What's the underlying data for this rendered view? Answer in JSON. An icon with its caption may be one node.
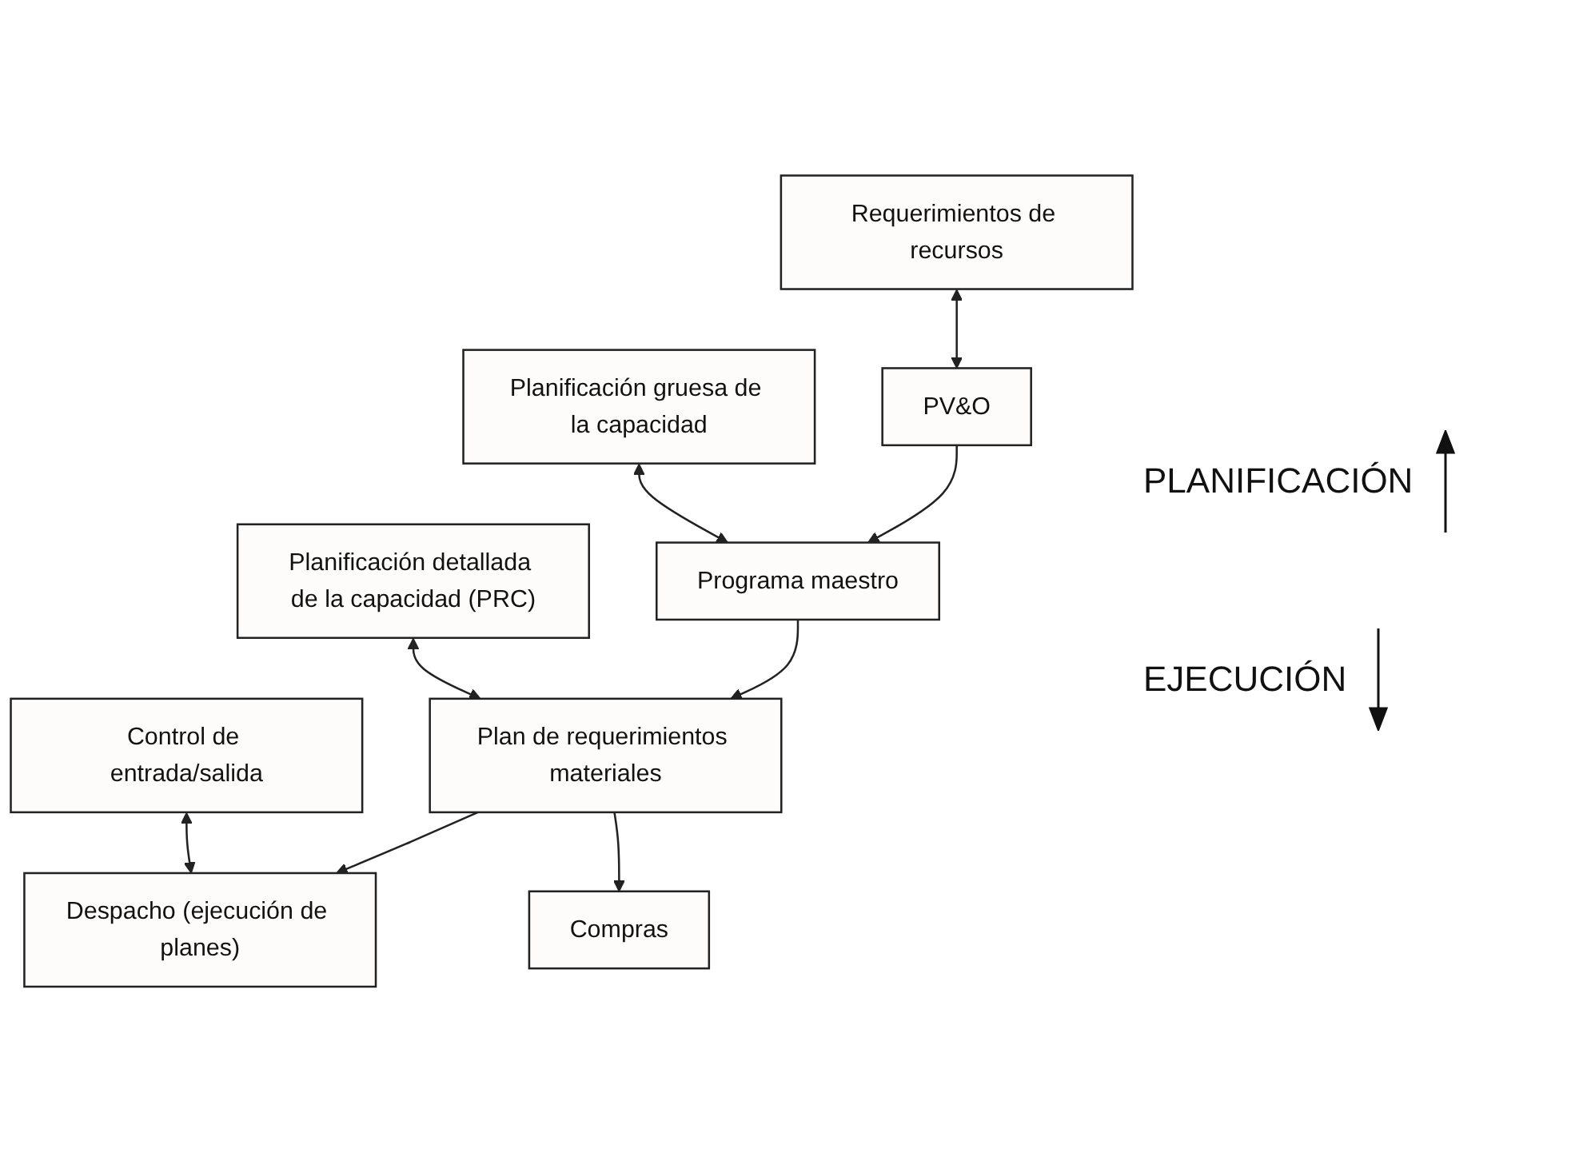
{
  "diagram": {
    "nodes": [
      {
        "text": [
          "Requerimientos de recursos"
        ]
      },
      {
        "text": [
          "PV&O"
        ]
      },
      {
        "text": [
          "Planificación gruesa de la capacidad"
        ]
      },
      {
        "text": [
          "Programa maestro"
        ]
      },
      {
        "text": [
          "Planificación detallada de la capacidad (PRC)"
        ]
      },
      {
        "text": [
          "Plan de requerimientos materiales"
        ]
      },
      {
        "text": [
          "Control de entrada/salida"
        ]
      },
      {
        "text": [
          "Despacho (ejecución de planes)"
        ]
      },
      {
        "text": [
          "Compras"
        ]
      }
    ],
    "edges": [
      {
        "from": 0,
        "to": 1,
        "arrow": "both"
      },
      {
        "from": 1,
        "to": 3,
        "arrow": "to"
      },
      {
        "from": 2,
        "to": 3,
        "arrow": "both"
      },
      {
        "from": 3,
        "to": 5,
        "arrow": "to"
      },
      {
        "from": 4,
        "to": 5,
        "arrow": "both"
      },
      {
        "from": 5,
        "to": 7,
        "arrow": "to"
      },
      {
        "from": 5,
        "to": 8,
        "arrow": "to"
      },
      {
        "from": 6,
        "to": 7,
        "arrow": "both"
      }
    ],
    "labels": [
      "PLANIFICACIÓN",
      "EJECUCIÓN"
    ]
  }
}
